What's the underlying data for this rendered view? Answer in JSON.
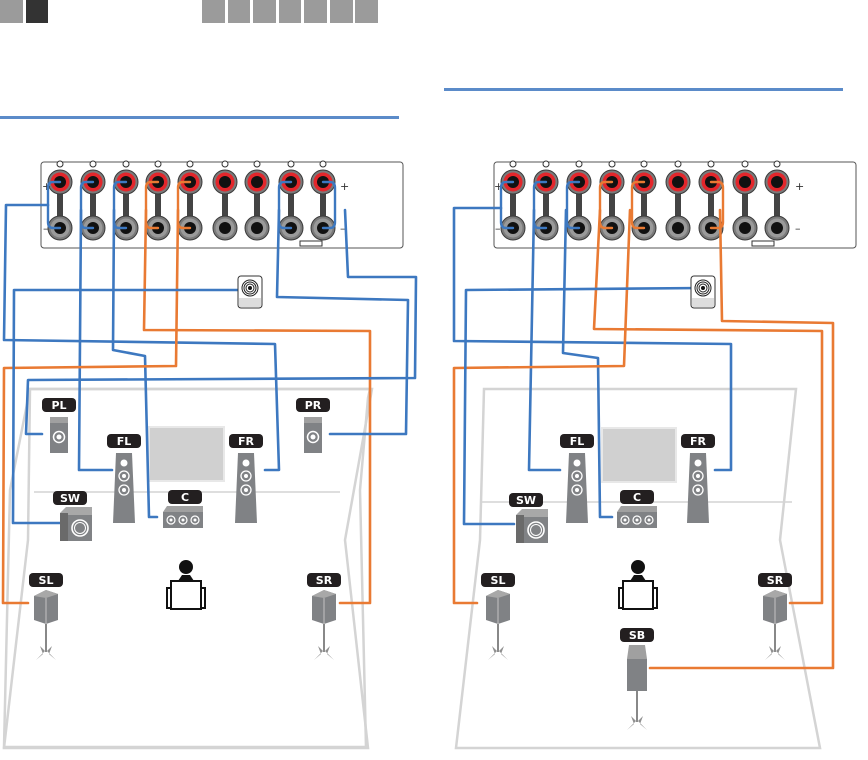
{
  "header": {
    "left_tabs": [
      {
        "state": "inactive",
        "color": "#9b9b9b"
      },
      {
        "state": "active",
        "color": "#333333"
      }
    ],
    "right_tabs": [
      {
        "color": "#9b9b9b"
      },
      {
        "color": "#9b9b9b"
      },
      {
        "color": "#9b9b9b"
      },
      {
        "color": "#9b9b9b"
      },
      {
        "color": "#9b9b9b"
      },
      {
        "color": "#9b9b9b"
      },
      {
        "color": "#9b9b9b"
      }
    ]
  },
  "colors": {
    "accent_rule": "#5b8bc9",
    "cable_blue": "#3d78c0",
    "cable_orange": "#e97a33",
    "terminal_red": "#e3262b",
    "speaker_gray": "#808285",
    "room_outline": "#d4d4d4",
    "label_bg": "#231f20"
  },
  "diagrams": [
    {
      "id": "left",
      "terminal_polarity": {
        "plus": "+",
        "minus": "–"
      },
      "speakers": {
        "PL": "PL",
        "PR": "PR",
        "FL": "FL",
        "FR": "FR",
        "C": "C",
        "SW": "SW",
        "SL": "SL",
        "SR": "SR"
      }
    },
    {
      "id": "right",
      "terminal_polarity": {
        "plus": "+",
        "minus": "–"
      },
      "speakers": {
        "FL": "FL",
        "FR": "FR",
        "C": "C",
        "SW": "SW",
        "SL": "SL",
        "SR": "SR",
        "SB": "SB"
      }
    }
  ]
}
